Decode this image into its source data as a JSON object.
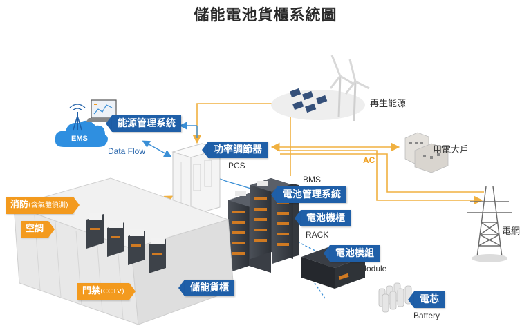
{
  "title": "儲能電池貨櫃系統圖",
  "nodes": {
    "ems_label": "能源管理系統",
    "ems_icon_text": "EMS",
    "pcs_label": "功率調節器",
    "pcs_caption": "PCS",
    "bms_caption": "BMS",
    "bms_label": "電池管理系統",
    "rack_label": "電池機櫃",
    "rack_caption": "RACK",
    "module_label": "電池模組",
    "module_caption": "Module",
    "cell_label": "電芯",
    "cell_caption": "Battery",
    "container_label": "儲能貨櫃",
    "renewable_label": "再生能源",
    "consumer_label": "用電大戶",
    "grid_label": "電網"
  },
  "container_parts": {
    "fire_main": "消防",
    "fire_sub": "(含氣體偵測)",
    "hvac": "空調",
    "access_main": "門禁",
    "access_sub": "(CCTV)"
  },
  "flows": {
    "data_flow": "Data Flow",
    "ac": "AC"
  },
  "colors": {
    "label_blue": "#1f5fa8",
    "label_orange": "#f39a1e",
    "ac_line": "#f0b040",
    "data_line": "#3a8fd6"
  }
}
